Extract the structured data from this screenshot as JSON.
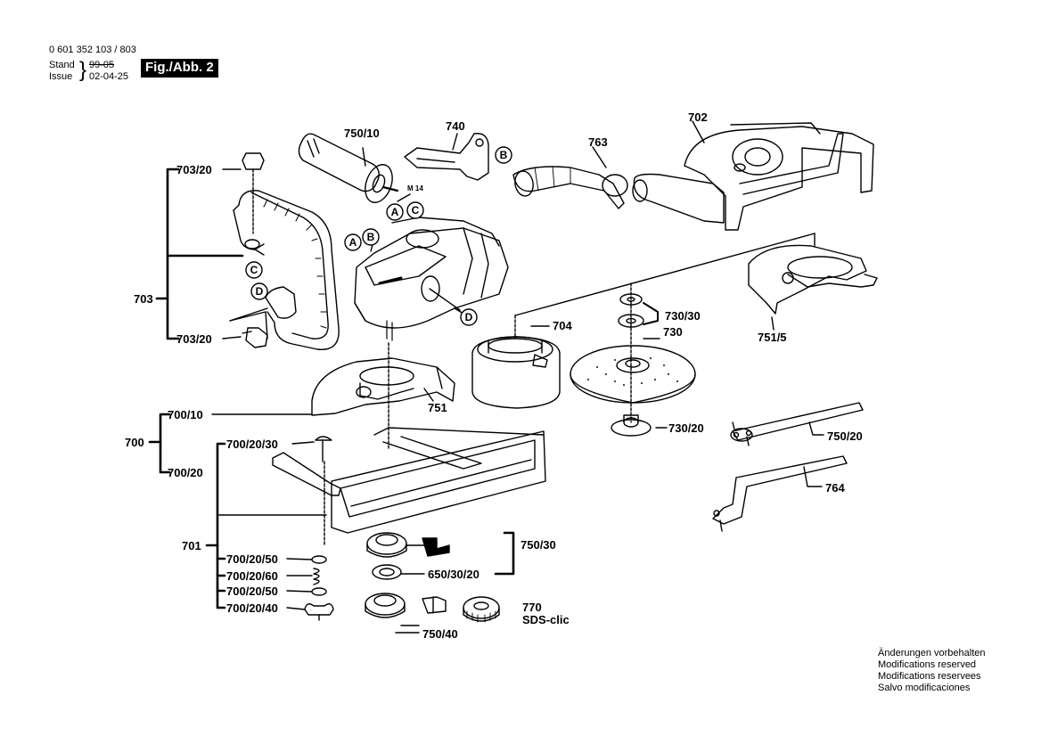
{
  "header": {
    "part_number": "0 601 352 103 / 803",
    "stand_label": "Stand",
    "stand_value": "99-05",
    "issue_label": "Issue",
    "issue_value": "02-04-25",
    "figure": "Fig./Abb. 2"
  },
  "thread": "M 14",
  "parts": {
    "p702": "702",
    "p703": "703",
    "p703_20a": "703/20",
    "p703_20b": "703/20",
    "p704": "704",
    "p730": "730",
    "p730_30": "730/30",
    "p730_20": "730/20",
    "p740": "740",
    "p750_10": "750/10",
    "p750_20": "750/20",
    "p750_30": "750/30",
    "p750_40": "750/40",
    "p751": "751",
    "p751_5": "751/5",
    "p763": "763",
    "p764": "764",
    "p700": "700",
    "p700_10": "700/10",
    "p700_20": "700/20",
    "p700_20_30": "700/20/30",
    "p700_20_40": "700/20/40",
    "p700_20_50a": "700/20/50",
    "p700_20_50b": "700/20/50",
    "p700_20_60": "700/20/60",
    "p701": "701",
    "p650_30_20": "650/30/20",
    "p770": "770",
    "sds": "SDS-clic"
  },
  "connectors": {
    "A": "A",
    "B": "B",
    "C": "C",
    "D": "D"
  },
  "footer": {
    "line1": "Änderungen vorbehalten",
    "line2": "Modifications reserved",
    "line3": "Modifications reservees",
    "line4": "Salvo modificaciones"
  }
}
